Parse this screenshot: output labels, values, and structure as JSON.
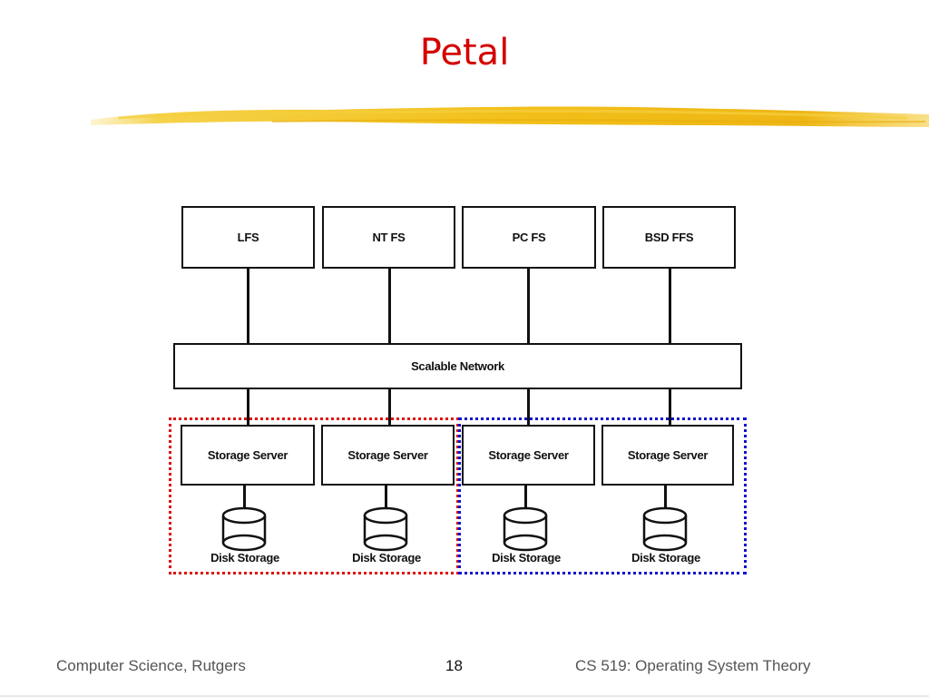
{
  "slide": {
    "title": "Petal",
    "accent_colors": {
      "title": "#d40000",
      "brush_stroke": "#f2c31a",
      "group_left_border": "#e01010",
      "group_right_border": "#1010d0"
    }
  },
  "diagram": {
    "file_systems": [
      {
        "label": "LFS"
      },
      {
        "label": "NT FS"
      },
      {
        "label": "PC FS"
      },
      {
        "label": "BSD FFS"
      }
    ],
    "network": {
      "label": "Scalable Network"
    },
    "storage_servers": [
      {
        "label": "Storage Server",
        "group": "red"
      },
      {
        "label": "Storage Server",
        "group": "red"
      },
      {
        "label": "Storage Server",
        "group": "blue"
      },
      {
        "label": "Storage Server",
        "group": "blue"
      }
    ],
    "disks": [
      {
        "label": "Disk Storage",
        "icon": "disk-cylinder-icon"
      },
      {
        "label": "Disk Storage",
        "icon": "disk-cylinder-icon"
      },
      {
        "label": "Disk Storage",
        "icon": "disk-cylinder-icon"
      },
      {
        "label": "Disk Storage",
        "icon": "disk-cylinder-icon"
      }
    ],
    "groups": [
      {
        "name": "left-group",
        "color": "red"
      },
      {
        "name": "right-group",
        "color": "blue"
      }
    ]
  },
  "footer": {
    "left": "Computer Science, Rutgers",
    "page_number": "18",
    "right": "CS 519: Operating System Theory"
  }
}
